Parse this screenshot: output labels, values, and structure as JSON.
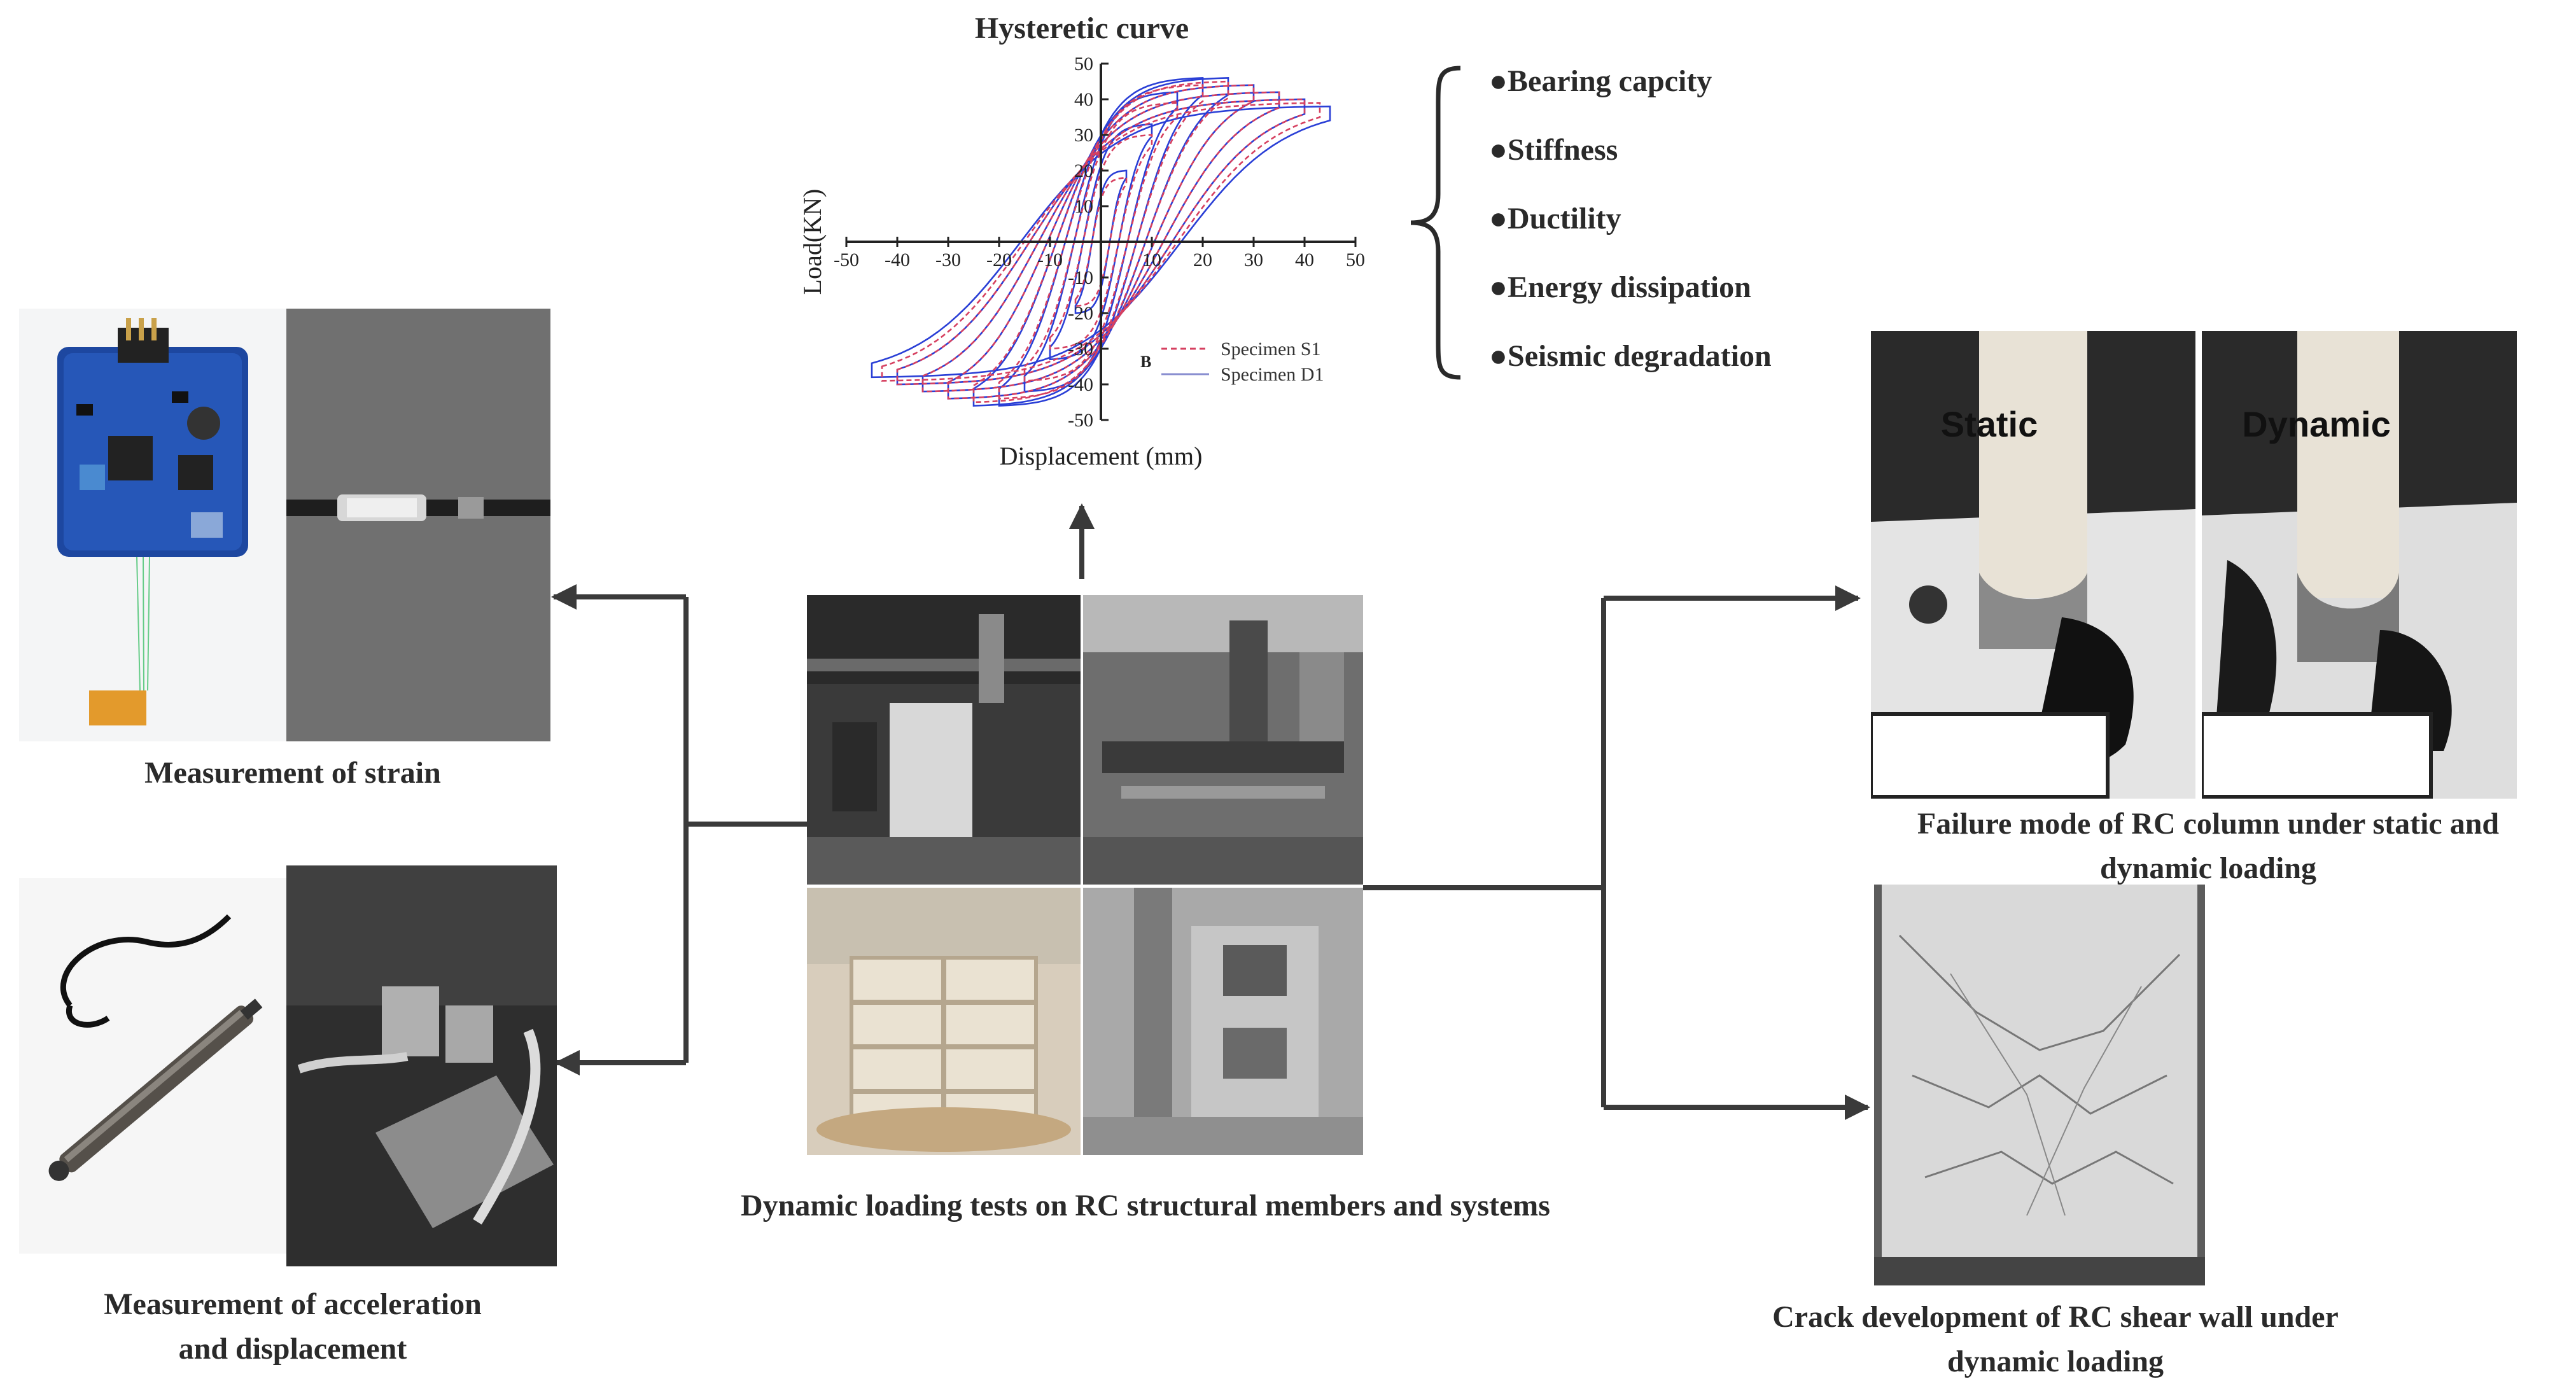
{
  "top_chart": {
    "title": "Hysteretic curve",
    "chart_data": {
      "type": "line",
      "title": "Hysteretic curve",
      "xlabel": "Displacement (mm)",
      "ylabel": "Load(KN)",
      "xlim": [
        -50,
        50
      ],
      "ylim": [
        -50,
        50
      ],
      "x_ticks": [
        "-50",
        "-40",
        "-30",
        "-20",
        "-10",
        "0",
        "10",
        "20",
        "30",
        "40",
        "50"
      ],
      "y_ticks": [
        "50",
        "40",
        "30",
        "20",
        "10",
        "-10",
        "-20",
        "-30",
        "-40",
        "-50"
      ],
      "legend_marker": "B",
      "series": [
        {
          "name": "Specimen S1",
          "color": "#d64060",
          "style": "dashed",
          "peaks": [
            {
              "disp": 5,
              "load": 18
            },
            {
              "disp": 10,
              "load": 30
            },
            {
              "disp": 15,
              "load": 39
            },
            {
              "disp": 20,
              "load": 44
            },
            {
              "disp": 25,
              "load": 45
            },
            {
              "disp": 30,
              "load": 44
            },
            {
              "disp": 35,
              "load": 42
            },
            {
              "disp": 40,
              "load": 40
            },
            {
              "disp": 43,
              "load": 39
            }
          ]
        },
        {
          "name": "Specimen D1",
          "color": "#2a3fd6",
          "style": "solid",
          "peaks": [
            {
              "disp": 5,
              "load": 20
            },
            {
              "disp": 10,
              "load": 33
            },
            {
              "disp": 15,
              "load": 42
            },
            {
              "disp": 20,
              "load": 46
            },
            {
              "disp": 25,
              "load": 46
            },
            {
              "disp": 30,
              "load": 44
            },
            {
              "disp": 35,
              "load": 42
            },
            {
              "disp": 40,
              "load": 40
            },
            {
              "disp": 45,
              "load": 38
            }
          ]
        }
      ]
    }
  },
  "properties": [
    "Bearing capcity",
    "Stiffness",
    "Ductility",
    "Energy dissipation",
    "Seismic degradation"
  ],
  "left": {
    "strain_caption": "Measurement of strain",
    "accel_caption_line1": "Measurement of acceleration",
    "accel_caption_line2": "and displacement"
  },
  "center": {
    "caption": "Dynamic loading tests on RC structural members and systems"
  },
  "right": {
    "static_label": "Static",
    "dynamic_label": "Dynamic",
    "failure_caption_line1": "Failure mode of RC column under static and",
    "failure_caption_line2": "dynamic loading",
    "crack_caption_line1": "Crack development of RC shear wall under",
    "crack_caption_line2": "dynamic loading"
  },
  "colors": {
    "arrow": "#3a3a3a",
    "text": "#2a2a2a",
    "s1": "#d64060",
    "d1": "#2a3fd6"
  }
}
